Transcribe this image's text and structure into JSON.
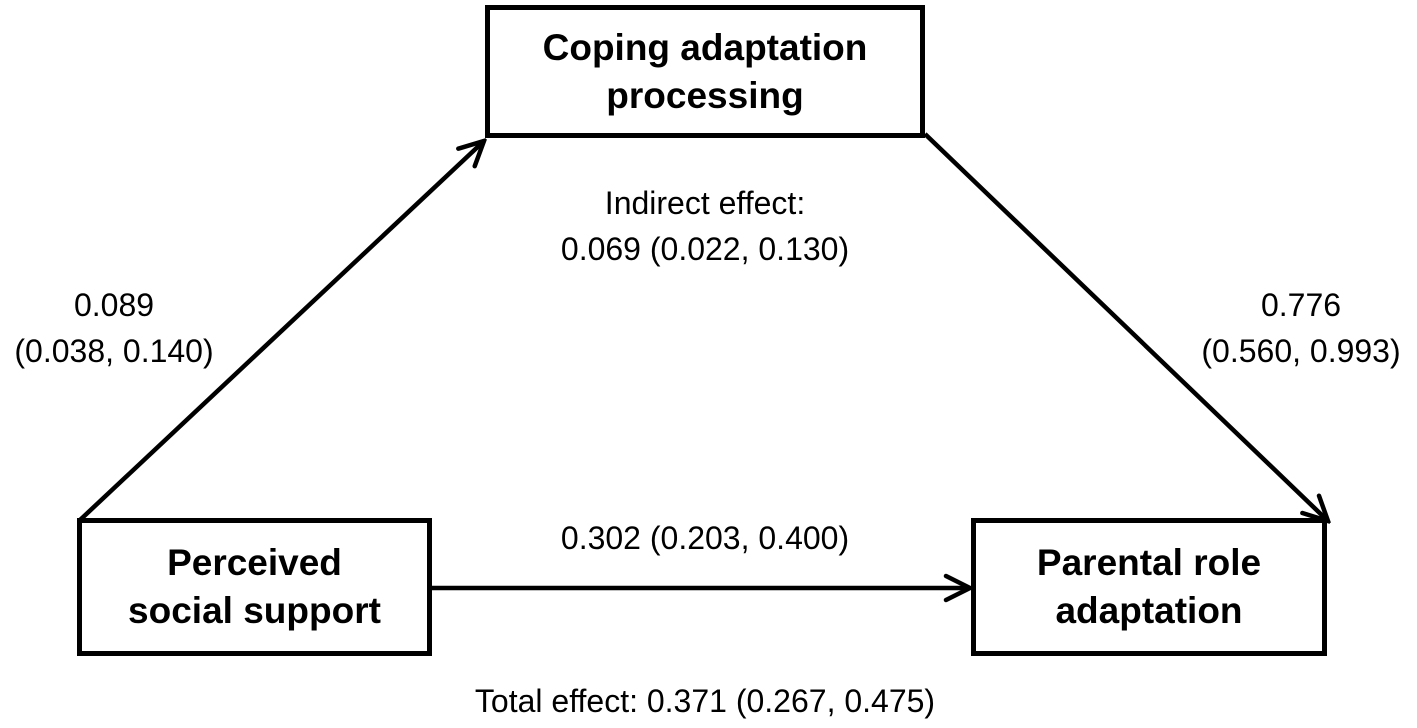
{
  "nodes": {
    "mediator": {
      "line1": "Coping adaptation",
      "line2": "processing"
    },
    "predictor": {
      "line1": "Perceived",
      "line2": "social support"
    },
    "outcome": {
      "line1": "Parental role",
      "line2": "adaptation"
    }
  },
  "paths": {
    "a": {
      "value": "0.089",
      "ci": "(0.038, 0.140)"
    },
    "b": {
      "value": "0.776",
      "ci": "(0.560, 0.993)"
    },
    "direct": {
      "text": "0.302 (0.203, 0.400)"
    },
    "indirect": {
      "heading": "Indirect effect:",
      "text": "0.069 (0.022, 0.130)"
    },
    "total": {
      "text": "Total effect: 0.371 (0.267, 0.475)"
    }
  },
  "colors": {
    "stroke": "#000000",
    "background": "#ffffff"
  }
}
